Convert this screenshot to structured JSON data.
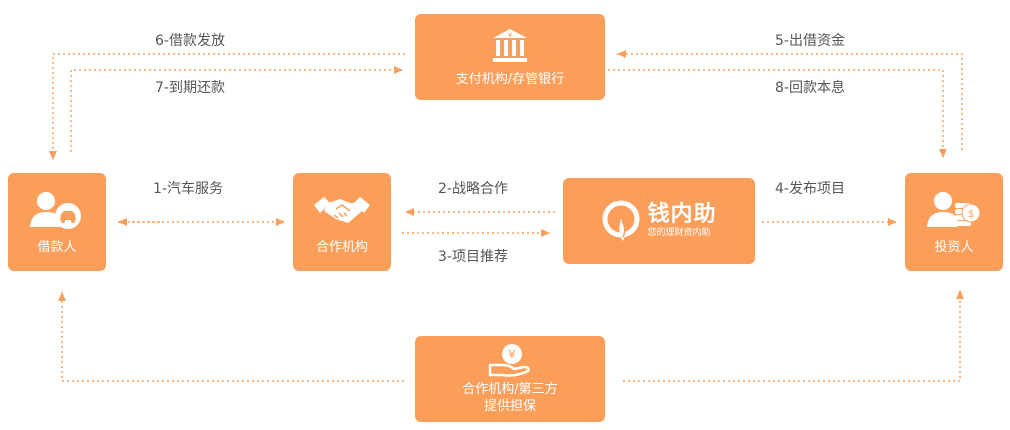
{
  "nodes": {
    "bank": {
      "label": "支付机构/存管银行",
      "icon": "bank-icon"
    },
    "borrower": {
      "label": "借款人",
      "icon": "borrower-car-icon"
    },
    "partner": {
      "label": "合作机构",
      "icon": "handshake-icon"
    },
    "platform": {
      "name": "钱内助",
      "slogan": "您的理财资内助",
      "icon": "qiangneizhu-logo-icon"
    },
    "investor": {
      "label": "投资人",
      "icon": "investor-coins-icon"
    },
    "guarantee": {
      "label_line1": "合作机构/第三方",
      "label_line2": "提供担保",
      "icon": "yuan-hand-icon"
    }
  },
  "edges": {
    "e1": "1-汽车服务",
    "e2": "2-战略合作",
    "e3": "3-项目推荐",
    "e4": "4-发布项目",
    "e5": "5-出借资金",
    "e6": "6-借款发放",
    "e7": "7-到期还款",
    "e8": "8-回款本息"
  },
  "colors": {
    "box": "#fb9e5a",
    "line": "#fb9e5a",
    "text": "#555555"
  }
}
